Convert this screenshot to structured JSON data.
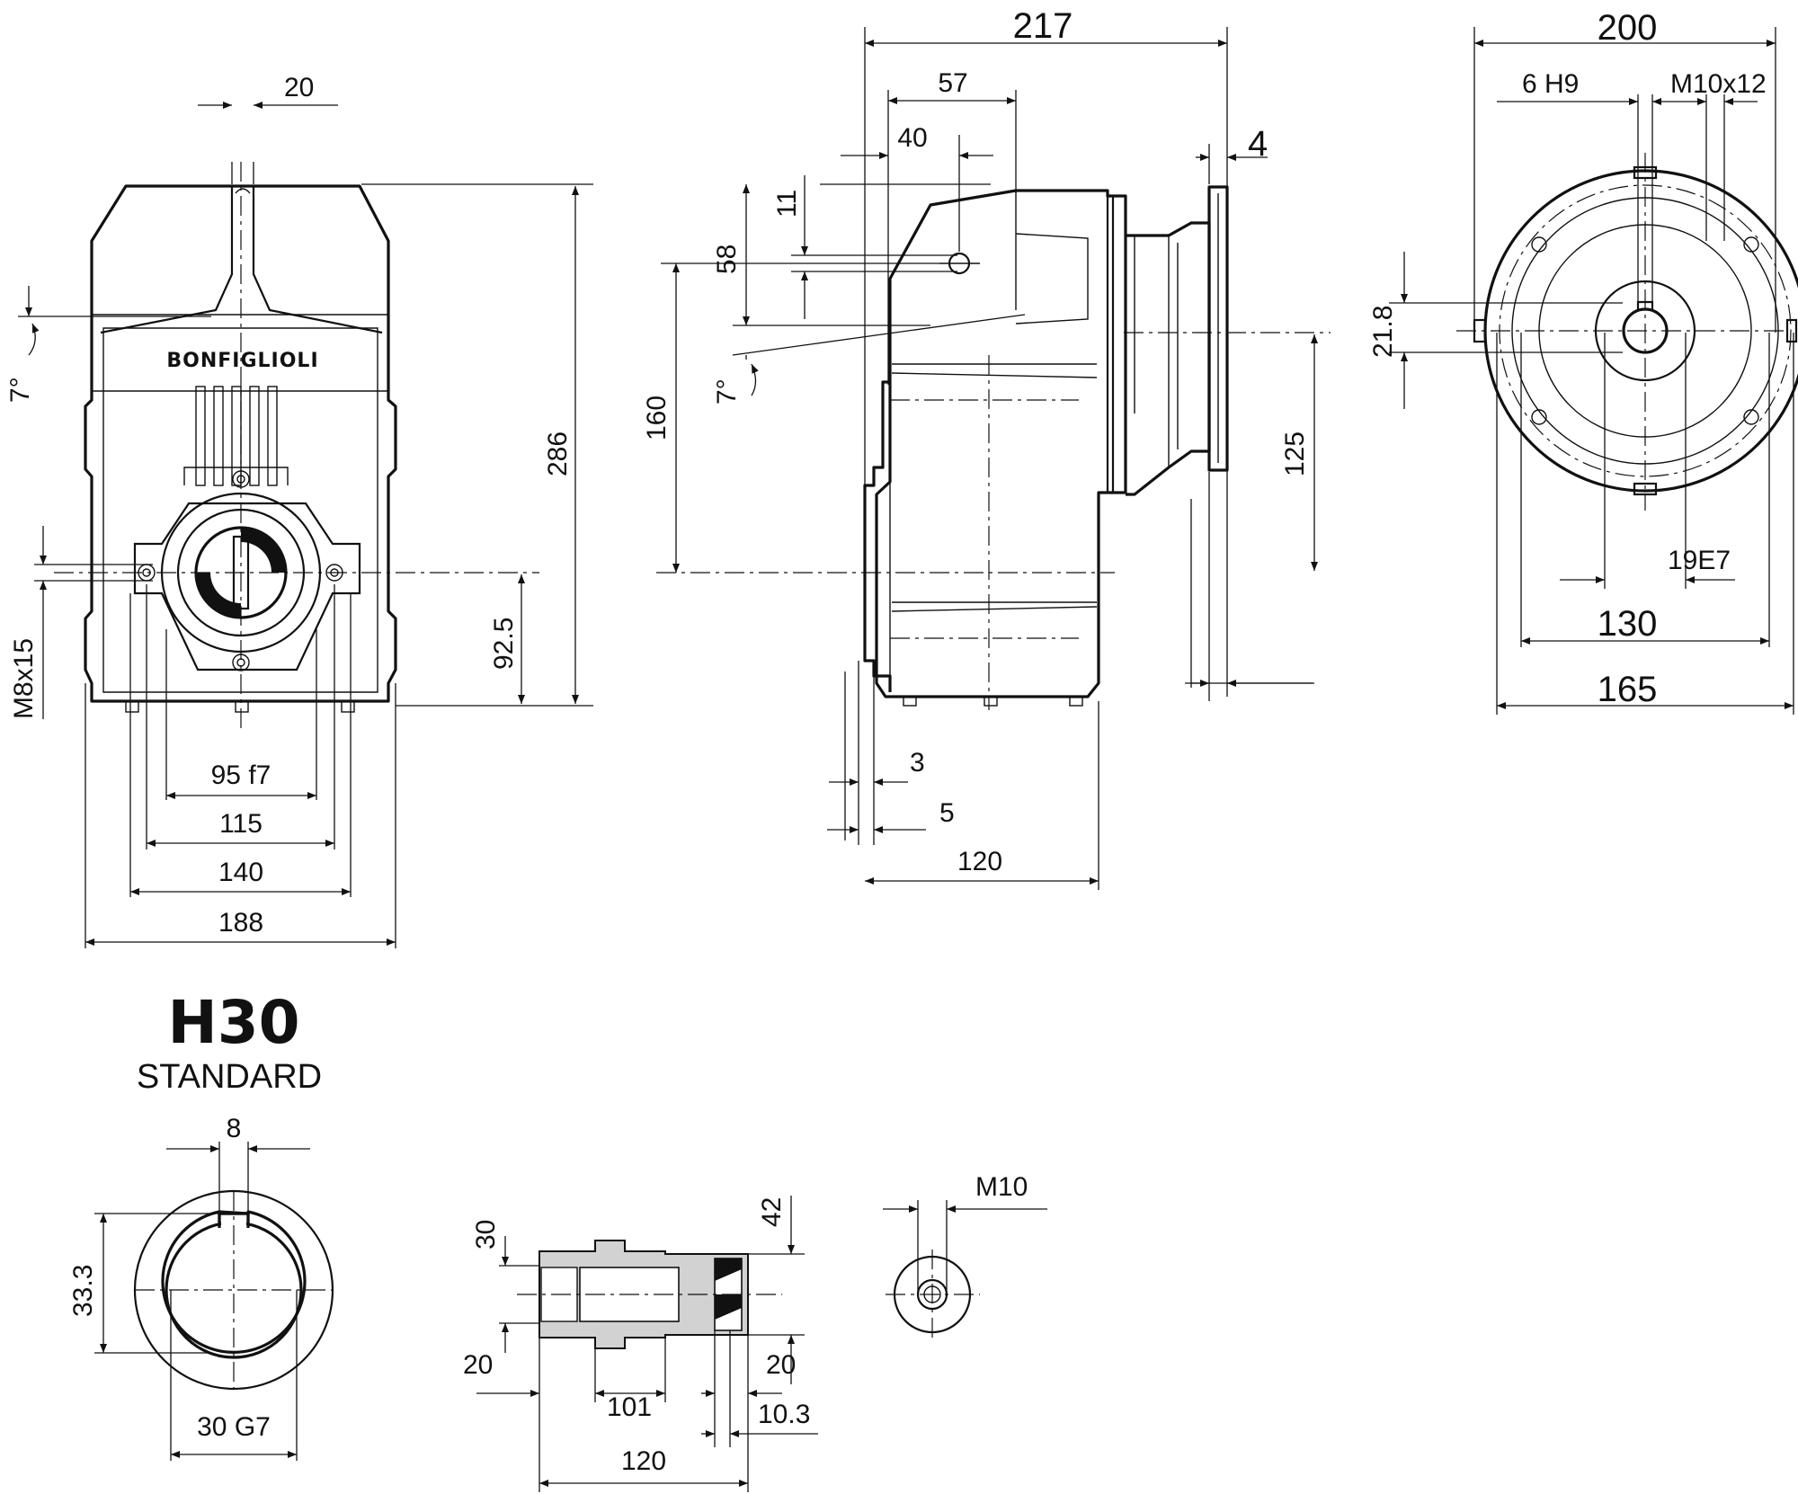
{
  "brand": "BONFIGLIOLI",
  "model": "H30",
  "variant": "STANDARD",
  "front_view": {
    "dim_top_width": "20",
    "angle": "7°",
    "overall_height": "286",
    "axis_height": "92.5",
    "thread": "M8x15",
    "w1": "95 f7",
    "w2": "115",
    "w3": "140",
    "w4": "188"
  },
  "side_view": {
    "overall_length": "217",
    "d57": "57",
    "d40": "40",
    "d4": "4",
    "d11": "11",
    "d58": "58",
    "angle": "7°",
    "d160": "160",
    "d125": "125",
    "d3": "3",
    "d5": "5",
    "d120": "120"
  },
  "flange_view": {
    "diameter": "200",
    "key": "6 H9",
    "thread": "M10x12",
    "d21_8": "21.8",
    "bore": "19E7",
    "d130": "130",
    "d165": "165"
  },
  "hollow_shaft": {
    "key": "8",
    "height": "33.3",
    "bore": "30 G7"
  },
  "shaft_section": {
    "d30": "30",
    "d42": "42",
    "d20_left": "20",
    "d20_right": "20",
    "d101": "101",
    "d10_3": "10.3",
    "d120": "120"
  },
  "end_screw": {
    "thread": "M10"
  }
}
